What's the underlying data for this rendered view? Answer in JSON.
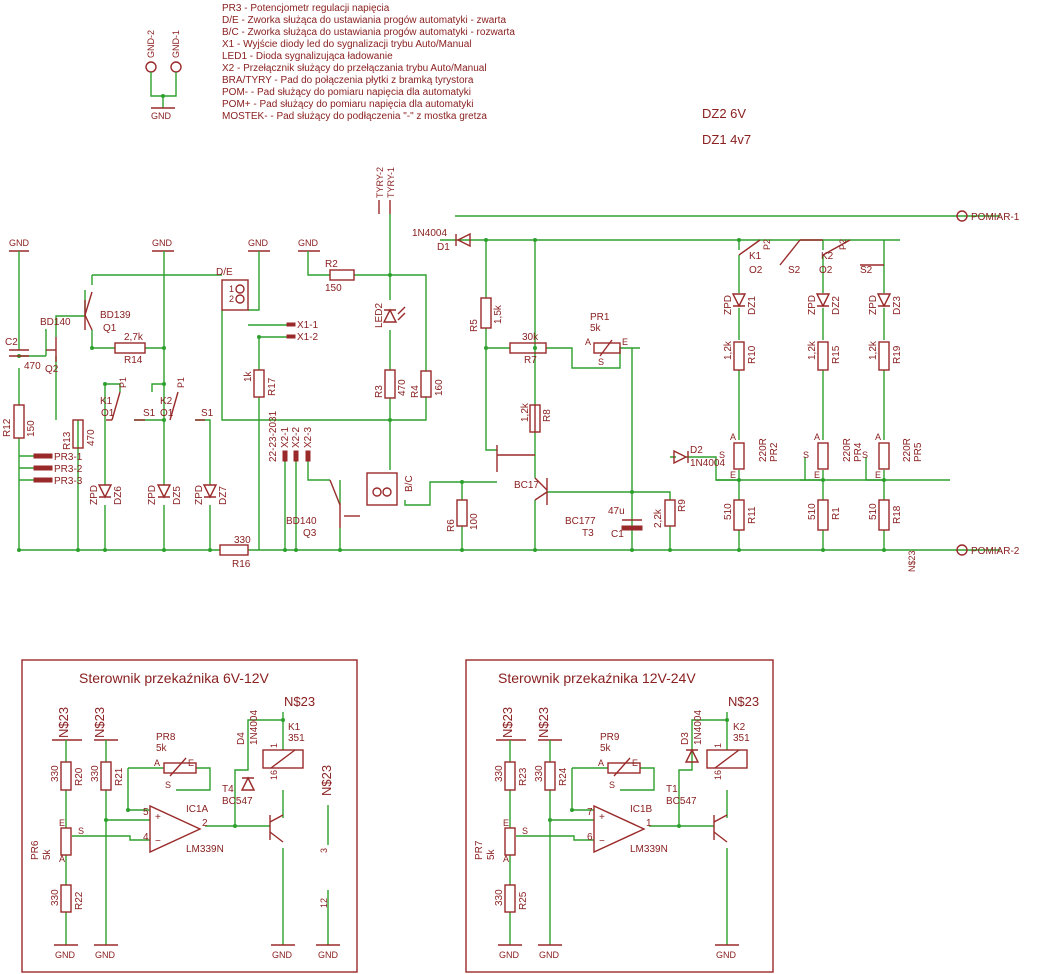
{
  "legend": [
    "PR3 - Potencjometr regulacji napięcia",
    "D/E - Zworka służąca do ustawiania progów automatyki - zwarta",
    "B/C - Zworka służąca do ustawiania progów automatyki - rozwarta",
    "X1 - Wyjście diody led do sygnalizacji trybu Auto/Manual",
    "LED1 - Dioda sygnalizująca ładowanie",
    "X2 - Przełącznik służący do przełączania trybu Auto/Manual",
    "BRA/TYRY - Pad do połączenia płytki z bramką tyrystora",
    "POM- - Pad służący do pomiaru napięcia dla automatyki",
    "POM+ - Pad służący do pomiaru napięcia dla automatyki",
    "MOSTEK- - Pad służący do podłączenia \"-\" z mostka gretza"
  ],
  "notes": {
    "dz2": "DZ2 6V",
    "dz1": "DZ1 4v7"
  },
  "ports": {
    "pomiar1": "POMIAR-1",
    "pomiar2": "POMIAR-2",
    "net": "N$23"
  },
  "labels": {
    "gnd": "GND",
    "gnd1": "GND-1",
    "gnd2": "GND-2",
    "tyry1": "TYRY-1",
    "tyry2": "TYRY-2",
    "x1_1": "X1-1",
    "x1_2": "X1-2",
    "x2": "22-23-2031",
    "x2_1": "X2-1",
    "x2_2": "X2-2",
    "x2_3": "X2-3",
    "de": "D/E",
    "bc": "B/C",
    "r2": "R2",
    "r2v": "150",
    "led2": "LED2",
    "r3": "R3",
    "r3v": "470",
    "r4": "R4",
    "r4v": "160",
    "r17": "R17",
    "r17v": "1k",
    "r16": "R16",
    "r16v": "330",
    "r14": "R14",
    "r14v": "2,7k",
    "r13": "R13",
    "r13v": "470",
    "r12": "R12",
    "r12v": "150",
    "c2": "C2",
    "c2v": "470",
    "q1": "Q1",
    "q1v": "BD139",
    "q2": "Q2",
    "q2v": "BD140",
    "q3": "Q3",
    "q3v": "BD140",
    "pr3_1": "PR3-1",
    "pr3_2": "PR3-2",
    "pr3_3": "PR3-3",
    "k1": "K1",
    "k2": "K2",
    "p1": "P1",
    "o1": "O1",
    "s1": "S1",
    "s2": "S2",
    "p2": "P2",
    "o2": "O2",
    "zpd": "ZPD",
    "dz5": "DZ5",
    "dz6": "DZ6",
    "dz7": "DZ7",
    "d1": "D1",
    "d1v": "1N4004",
    "d2": "D2",
    "d2v": "1N4004",
    "r5": "R5",
    "r5v": "1,5k",
    "r7": "R7",
    "r7v": "30k",
    "r8": "R8",
    "r8v": "1,2k",
    "pr1": "PR1",
    "pr1v": "5k",
    "a": "A",
    "e": "E",
    "s": "S",
    "r6": "R6",
    "r6v": "100",
    "r9": "R9",
    "r9v": "2,2k",
    "c1": "C1",
    "c1v": "47u",
    "t3": "T3",
    "t3v": "BC177",
    "bc17": "BC17",
    "dz1": "DZ1",
    "dz2": "DZ2",
    "dz3": "DZ3",
    "r10": "R10",
    "r15": "R15",
    "r19": "R19",
    "r1210": "1,2k",
    "pr2": "PR2",
    "pr4": "PR4",
    "pr5": "PR5",
    "r220": "220R",
    "r11": "R11",
    "r1": "R1",
    "r18": "R18",
    "r510": "510"
  },
  "box1": {
    "title": "Sterownik przekaźnika 6V-12V",
    "r20": "R20",
    "r21": "R21",
    "r22": "R22",
    "r330": "330",
    "pr8": "PR8",
    "pr6": "PR6",
    "pr5k": "5k",
    "ic": "IC1A",
    "icv": "LM339N",
    "p5": "5",
    "p4": "4",
    "p2": "2",
    "t": "T4",
    "tv": "BC547",
    "d": "D4",
    "dv": "1N4004",
    "k": "K1",
    "kv": "351",
    "p1": "1",
    "p16": "16",
    "p3": "3",
    "p12": "12"
  },
  "box2": {
    "title": "Sterownik przekaźnika 12V-24V",
    "r23": "R23",
    "r24": "R24",
    "r25": "R25",
    "r330": "330",
    "pr9": "PR9",
    "pr7": "PR7",
    "pr5k": "5k",
    "ic": "IC1B",
    "icv": "LM339N",
    "p7": "7",
    "p6": "6",
    "p1": "1",
    "t": "T1",
    "tv": "BC547",
    "d": "D3",
    "dv": "1N4004",
    "k": "K2",
    "kv": "351",
    "kp1": "1",
    "p16": "16"
  }
}
